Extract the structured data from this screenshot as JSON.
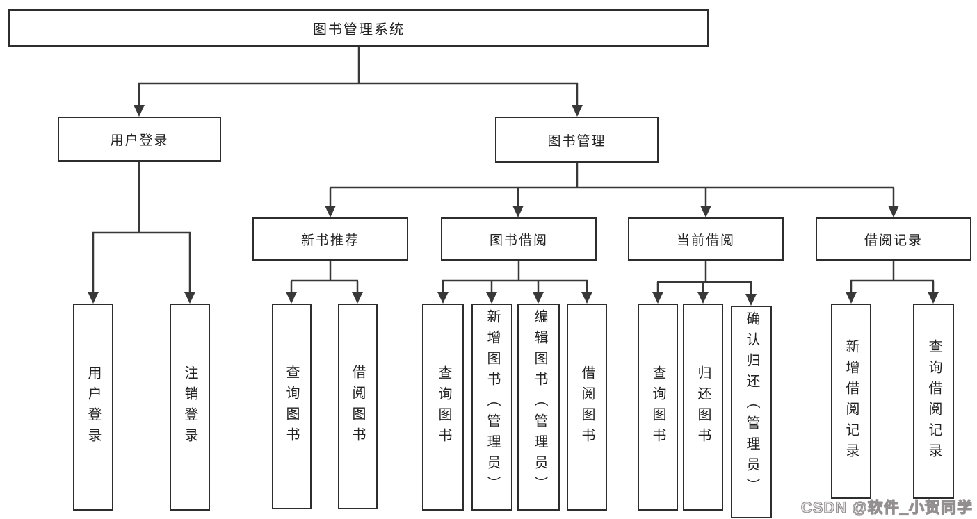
{
  "root": {
    "label": "图书管理系统"
  },
  "level1": [
    {
      "label": "用户登录"
    },
    {
      "label": "图书管理"
    }
  ],
  "level2": [
    {
      "label": "新书推荐"
    },
    {
      "label": "图书借阅"
    },
    {
      "label": "当前借阅"
    },
    {
      "label": "借阅记录"
    }
  ],
  "leaves": {
    "login": [
      {
        "label": "用户登录"
      },
      {
        "label": "注销登录"
      }
    ],
    "newbook": [
      {
        "label": "查询图书"
      },
      {
        "label": "借阅图书"
      }
    ],
    "borrow": [
      {
        "label": "查询图书"
      },
      {
        "label": "新增图书（管理员）"
      },
      {
        "label": "编辑图书（管理员）"
      },
      {
        "label": "借阅图书"
      }
    ],
    "current": [
      {
        "label": "查询图书"
      },
      {
        "label": "归还图书"
      },
      {
        "label": "确认归还（管理员）"
      }
    ],
    "records": [
      {
        "label": "新增借阅记录"
      },
      {
        "label": "查询借阅记录"
      }
    ]
  },
  "watermark": {
    "text": "CSDN @软件_小贺同学"
  },
  "colors": {
    "line": "#383838",
    "box_border": "#2d2d2d",
    "text": "#222222",
    "background": "#ffffff",
    "watermark_gray": "#8a8486"
  }
}
